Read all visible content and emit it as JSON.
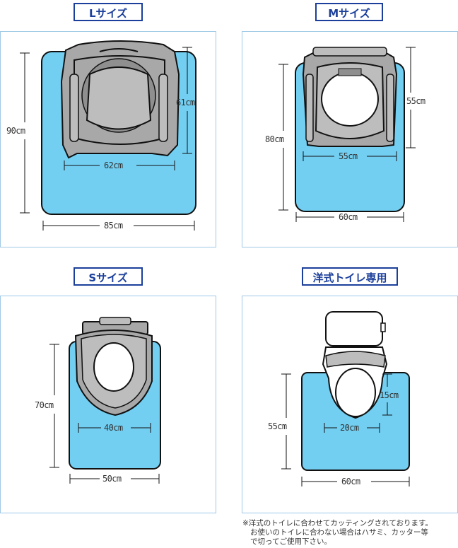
{
  "panels": {
    "L": {
      "title": "Lサイズ",
      "width_label": "85cm",
      "height_label": "90cm",
      "inner_width_label": "62cm",
      "inner_height_label": "61cm"
    },
    "M": {
      "title": "Mサイズ",
      "width_label": "60cm",
      "height_label": "80cm",
      "inner_width_label": "55cm",
      "inner_height_label": "55cm"
    },
    "S": {
      "title": "Sサイズ",
      "width_label": "50cm",
      "height_label": "70cm",
      "inner_width_label": "40cm"
    },
    "W": {
      "title": "洋式トイレ専用",
      "width_label": "60cm",
      "height_label": "55cm",
      "inner_width_label": "20cm",
      "inner_height_label": "15cm"
    }
  },
  "note": {
    "line1": "※洋式のトイレに合わせてカッティングされております。",
    "line2": "お使いのトイレに合わない場合はハサミ、カッター等",
    "line3": "で切ってご使用下さい。"
  },
  "colors": {
    "mat_fill": "#72cff2",
    "mat_stroke": "#111111",
    "frame": "#9fc9e6",
    "title": "#1b3f9a",
    "toilet_gray": "#a8a8a8",
    "toilet_white": "#ffffff"
  }
}
